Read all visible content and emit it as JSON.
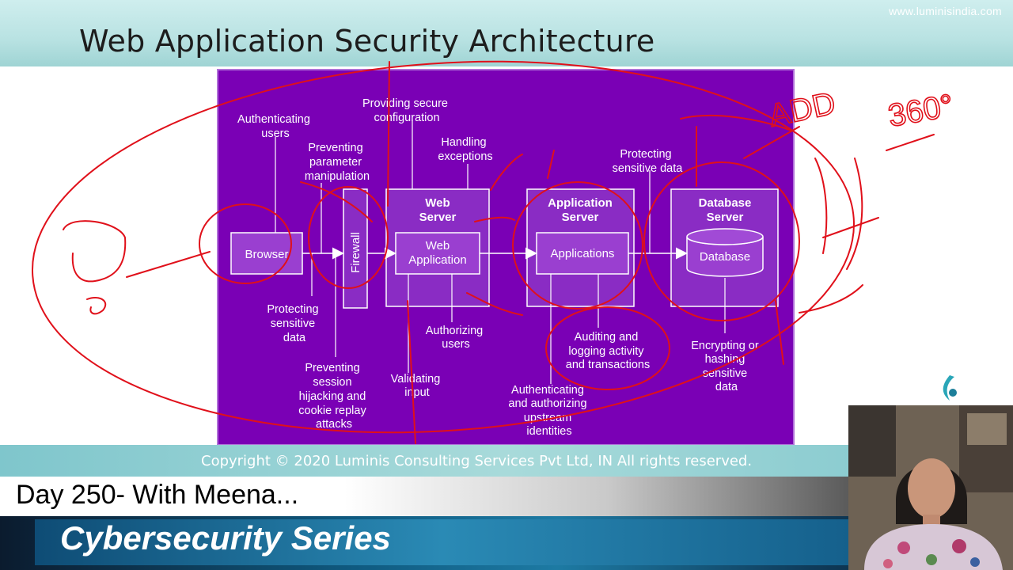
{
  "header": {
    "site_url": "www.luminisindia.com",
    "slide_title": "Web Application Security Architecture"
  },
  "diagram": {
    "components": {
      "browser": "Browser",
      "firewall": "Firewall",
      "web_server": [
        "Web",
        "Server"
      ],
      "web_application": [
        "Web",
        "Application"
      ],
      "application_server": [
        "Application",
        "Server"
      ],
      "applications": "Applications",
      "database_server": [
        "Database",
        "Server"
      ],
      "database": "Database"
    },
    "callouts": {
      "authenticating_users": [
        "Authenticating",
        "users"
      ],
      "preventing_parameter_manipulation": [
        "Preventing",
        "parameter",
        "manipulation"
      ],
      "providing_secure_configuration": [
        "Providing secure",
        "configuration"
      ],
      "handling_exceptions": [
        "Handling",
        "exceptions"
      ],
      "protecting_sensitive_data_top": [
        "Protecting",
        "sensitive data"
      ],
      "protecting_sensitive_data_bottom": [
        "Protecting",
        "sensitive",
        "data"
      ],
      "preventing_session_hijacking": [
        "Preventing",
        "session",
        "hijacking and",
        "cookie replay",
        "attacks"
      ],
      "validating_input": [
        "Validating",
        "input"
      ],
      "authorizing_users": [
        "Authorizing",
        "users"
      ],
      "auditing_logging": [
        "Auditing and",
        "logging activity",
        "and transactions"
      ],
      "authenticating_authorizing_upstream": [
        "Authenticating",
        "and authorizing",
        "upstream",
        "identities"
      ],
      "encrypting_hashing": [
        "Encrypting or",
        "hashing",
        "sensitive",
        "data"
      ]
    }
  },
  "footer": {
    "copyright": "Copyright © 2020  Luminis Consulting Services Pvt Ltd, IN    All rights reserved."
  },
  "lower_third": {
    "day_label": "Day 250- With Meena...",
    "series_label": "Cybersecurity Series"
  },
  "annotations": {
    "handwritten": [
      "ADD",
      "360°"
    ]
  },
  "colors": {
    "diagram_bg": "#7a00b5",
    "annotation_ink": "#e0101a",
    "header_teal": "#b8e2e2"
  }
}
